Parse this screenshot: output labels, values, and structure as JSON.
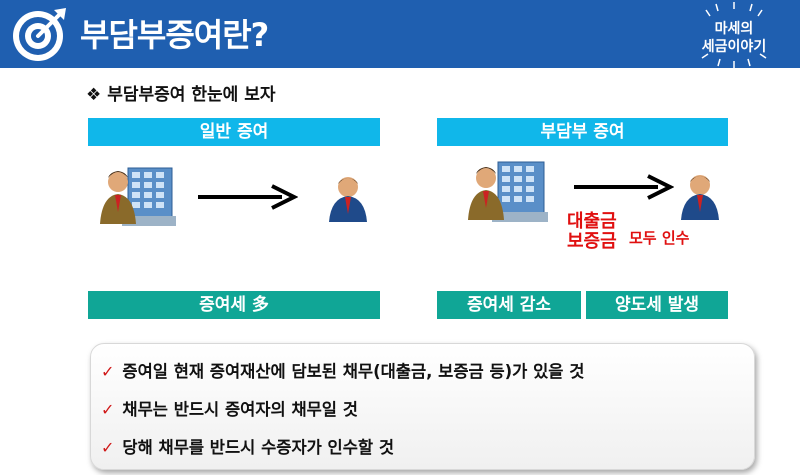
{
  "header": {
    "title": "부담부증여란?",
    "logo_line1": "마세의",
    "logo_line2": "세금이야기"
  },
  "subtitle": {
    "bullet": "❖",
    "text": "부담부증여 한눈에 보자"
  },
  "left": {
    "heading": "일반 증여",
    "footer": "증여세 多"
  },
  "right": {
    "heading": "부담부 증여",
    "loan_line1": "대출금",
    "loan_line2": "보증금",
    "assume_label": "모두 인수",
    "footer_left": "증여세 감소",
    "footer_right": "양도세 발생"
  },
  "conditions": [
    "증여일 현재 증여재산에 담보된 채무(대출금, 보증금 등)가 있을 것",
    "채무는 반드시 증여자의 채무일 것",
    "당해 채무를 반드시 수증자가 인수할 것"
  ],
  "colors": {
    "header_bg": "#1f5fb0",
    "cyan_bar": "#10b7ea",
    "teal_bar": "#10a696",
    "red_accent": "#e01010"
  }
}
